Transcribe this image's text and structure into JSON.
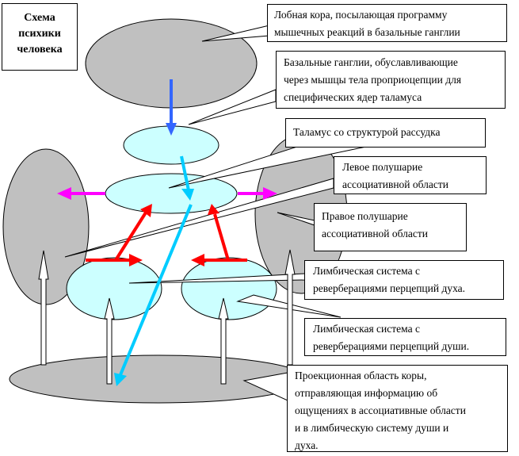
{
  "title": [
    "Схема",
    "психики",
    "человека"
  ],
  "labels": {
    "frontal": [
      "Лобная кора, посылающая программу",
      "мышечных реакций в базальные ганглии"
    ],
    "basal": [
      "Базальные ганглии, обуславливающие",
      "через мышцы тела проприоцепции для",
      "специфических ядер таламуса"
    ],
    "thalamus": [
      "Таламус со структурой рассудка"
    ],
    "left": [
      "Левое полушарие",
      "ассоциативной области"
    ],
    "right": [
      "Правое полушарие",
      "ассоциативной области"
    ],
    "limbic_spirit": [
      "Лимбическая система с",
      "реверберациями перцепций духа."
    ],
    "limbic_soul": [
      "Лимбическая система с",
      "реверберациями перцепций души."
    ],
    "projection": [
      "Проекционная область коры,",
      "отправляющая информацию об",
      "ощущениях в ассоциативные области",
      "и в лимбическую систему души и",
      "духа."
    ]
  },
  "colors": {
    "gray": "#c0c0c0",
    "cyan": "#ccffff",
    "blue_arrow": "#3366ff",
    "light_blue_arrow": "#00ccff",
    "magenta_arrow": "#ff00ff",
    "red_arrow": "#ff0000"
  }
}
